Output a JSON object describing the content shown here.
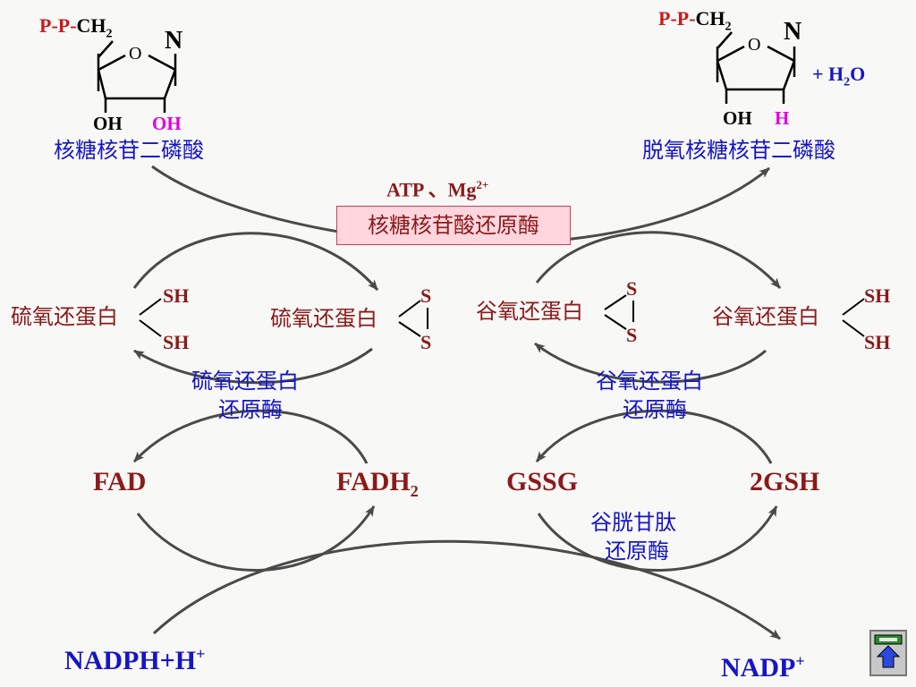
{
  "top": {
    "left_sub_prefix": "P-P-",
    "left_sub_ch": "CH",
    "left_sub_ch_sub": "2",
    "ring_n": "N",
    "ring_o": "O",
    "left_oh1": "OH",
    "left_oh2": "OH",
    "left_name": "核糖核苷二磷酸",
    "right_sub_prefix": "P-P-",
    "right_sub_ch": "CH",
    "right_sub_ch_sub": "2",
    "right_oh": "OH",
    "right_h": "H",
    "water_prefix": "+ H",
    "water_sub": "2",
    "water_suffix": "O",
    "right_name": "脱氧核糖核苷二磷酸"
  },
  "cofactor": {
    "atp": "ATP 、Mg",
    "sup": "2+"
  },
  "enzyme_main": "核糖核苷酸还原酶",
  "thioredoxin": {
    "reduced_name": "硫氧还蛋白",
    "sh1": "SH",
    "sh2": "SH",
    "oxidized_name": "硫氧还蛋白",
    "s1": "S",
    "s2": "S",
    "enzyme_line1": "硫氧还蛋白",
    "enzyme_line2": "还原酶"
  },
  "glutaredoxin": {
    "oxidized_name": "谷氧还蛋白",
    "s1": "S",
    "s2": "S",
    "reduced_name": "谷氧还蛋白",
    "sh1": "SH",
    "sh2": "SH",
    "enzyme_line1": "谷氧还蛋白",
    "enzyme_line2": "还原酶"
  },
  "fad": "FAD",
  "fadh_main": "FADH",
  "fadh_sub": "2",
  "gssg": "GSSG",
  "gsh": "2GSH",
  "gr_enzyme_line1": "谷胱甘肽",
  "gr_enzyme_line2": "还原酶",
  "nadph_main": "NADPH+H",
  "nadph_sup": "+",
  "nadp_main": "NADP",
  "nadp_sup": "+",
  "colors": {
    "blue": "#1515c8",
    "dark_red": "#8b1a1a",
    "red": "#cc1a1a",
    "magenta": "#e000e0",
    "arrow": "#4a4a4a",
    "enzyme_box": "#ffd6de"
  },
  "icons": {
    "nav": "home-arrow-icon"
  }
}
